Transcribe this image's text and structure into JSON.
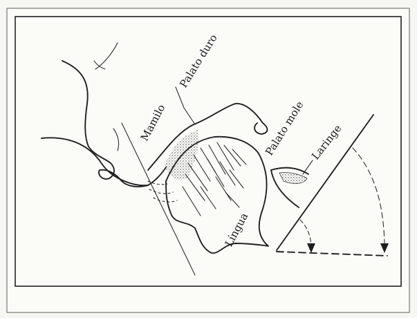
{
  "labels": {
    "mamilo": "Mamilo",
    "palato_duro": "Palato duro",
    "palato_mole": "Palato mole",
    "laringe": "Laringe",
    "lingua": "Língua"
  }
}
